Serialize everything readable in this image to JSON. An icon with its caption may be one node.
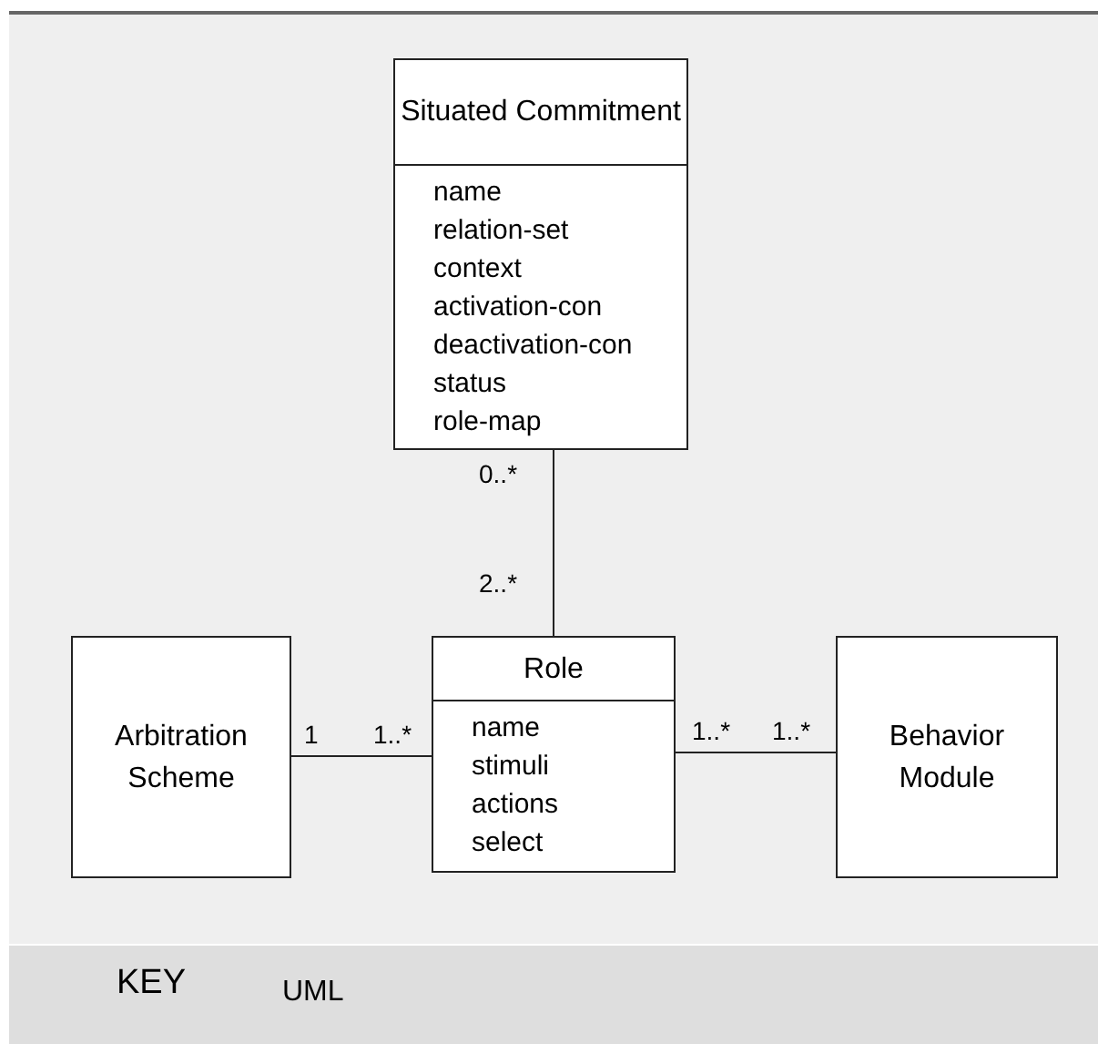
{
  "diagram": {
    "nodes": [
      {
        "text": [
          "Situated Commitment",
          "name",
          "relation-set",
          "context",
          "activation-con",
          "deactivation-con",
          "status",
          "role-map"
        ]
      },
      {
        "text": [
          "Arbitration Scheme"
        ]
      },
      {
        "text": [
          "Role",
          "name",
          "stimuli",
          "actions",
          "select"
        ]
      },
      {
        "text": [
          "Behavior Module"
        ]
      }
    ],
    "edges": [
      {
        "from": 0,
        "to": 2,
        "arrow": "none"
      },
      {
        "from": 1,
        "to": 2,
        "arrow": "none"
      },
      {
        "from": 2,
        "to": 3,
        "arrow": "none"
      }
    ],
    "labels": [
      "0..*",
      "2..*",
      "1",
      "1..*",
      "1..*",
      "1..*",
      "KEY",
      "UML"
    ]
  }
}
